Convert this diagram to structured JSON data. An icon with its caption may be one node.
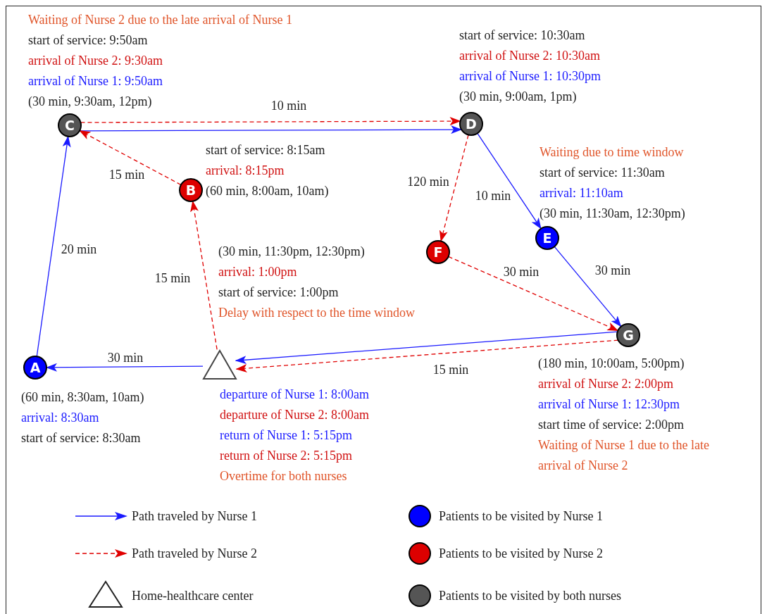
{
  "diagram": {
    "nodes": [
      {
        "text": [
          "C"
        ],
        "beside": [
          "Waiting of Nurse 2 due to the late arrival of Nurse 1",
          "start of service: 9:50am",
          "arrival of Nurse 2: 9:30am",
          "arrival of Nurse 1: 9:50am",
          "(30 min, 9:30am, 12pm)"
        ]
      },
      {
        "text": [
          "D"
        ],
        "beside": [
          "start of service: 10:30am",
          "arrival of Nurse 2: 10:30am",
          "arrival of Nurse 1: 10:30pm",
          "(30 min, 9:00am, 1pm)"
        ]
      },
      {
        "text": [
          "B"
        ],
        "beside": [
          "start of service: 8:15am",
          "arrival: 8:15pm",
          "(60 min, 8:00am, 10am)"
        ]
      },
      {
        "text": [
          "E"
        ],
        "beside": [
          "Waiting due to time window",
          "start of service: 11:30am",
          "arrival: 11:10am",
          "(30 min, 11:30am, 12:30pm)"
        ]
      },
      {
        "text": [
          "F"
        ],
        "beside": [
          "(30 min, 11:30pm, 12:30pm)",
          "arrival: 1:00pm",
          "start of service: 1:00pm",
          "Delay with respect to the time window"
        ]
      },
      {
        "text": [
          "G"
        ],
        "beside": [
          "(180 min, 10:00am, 5:00pm)",
          "arrival of Nurse 2: 2:00pm",
          "arrival of Nurse 1: 12:30pm",
          "start time of service: 2:00pm",
          "Waiting of Nurse 1 due to the late arrival of Nurse 2"
        ]
      },
      {
        "text": [
          "A"
        ],
        "beside": [
          "(60 min, 8:30am, 10am)",
          "arrival: 8:30am",
          "start of service: 8:30am"
        ]
      },
      {
        "text": [],
        "shape": "triangle",
        "beside": [
          "departure of Nurse 1: 8:00am",
          "departure of Nurse 2: 8:00am",
          "return of Nurse 1: 5:15pm",
          "return of Nurse 2: 5:15pm",
          "Overtime for both nurses"
        ]
      }
    ],
    "edges": [
      {
        "from": 7,
        "to": 6,
        "arrow": "to",
        "label": "30 min"
      },
      {
        "from": 6,
        "to": 0,
        "arrow": "to",
        "label": "20 min"
      },
      {
        "from": 0,
        "to": 1,
        "arrow": "to",
        "label": "10 min"
      },
      {
        "from": 1,
        "to": 3,
        "arrow": "to",
        "label": "10 min"
      },
      {
        "from": 3,
        "to": 5,
        "arrow": "to",
        "label": "30 min"
      },
      {
        "from": 5,
        "to": 7,
        "arrow": "to",
        "label": "15 min"
      },
      {
        "from": 7,
        "to": 2,
        "arrow": "to",
        "label": "15 min",
        "style": "dashed",
        "color": "#e00000"
      },
      {
        "from": 2,
        "to": 0,
        "arrow": "to",
        "label": "15 min",
        "style": "dashed",
        "color": "#e00000"
      },
      {
        "from": 0,
        "to": 1,
        "arrow": "to",
        "style": "dashed",
        "color": "#e00000"
      },
      {
        "from": 1,
        "to": 4,
        "arrow": "to",
        "label": "120 min",
        "style": "dashed",
        "color": "#e00000"
      },
      {
        "from": 4,
        "to": 5,
        "arrow": "to",
        "label": "30 min",
        "style": "dashed",
        "color": "#e00000"
      },
      {
        "from": 5,
        "to": 7,
        "arrow": "to",
        "style": "dashed",
        "color": "#e00000"
      }
    ],
    "legend": [
      {
        "text": "Path traveled by Nurse 1"
      },
      {
        "text": "Patients to be visited by Nurse 1",
        "color": "#0000ff"
      },
      {
        "text": "Path traveled by Nurse 2"
      },
      {
        "text": "Patients to be visited by Nurse 2",
        "color": "#dd0000"
      },
      {
        "text": "Home-healthcare center"
      },
      {
        "text": "Patients to be visited by both nurses",
        "color": "#555555"
      }
    ]
  }
}
